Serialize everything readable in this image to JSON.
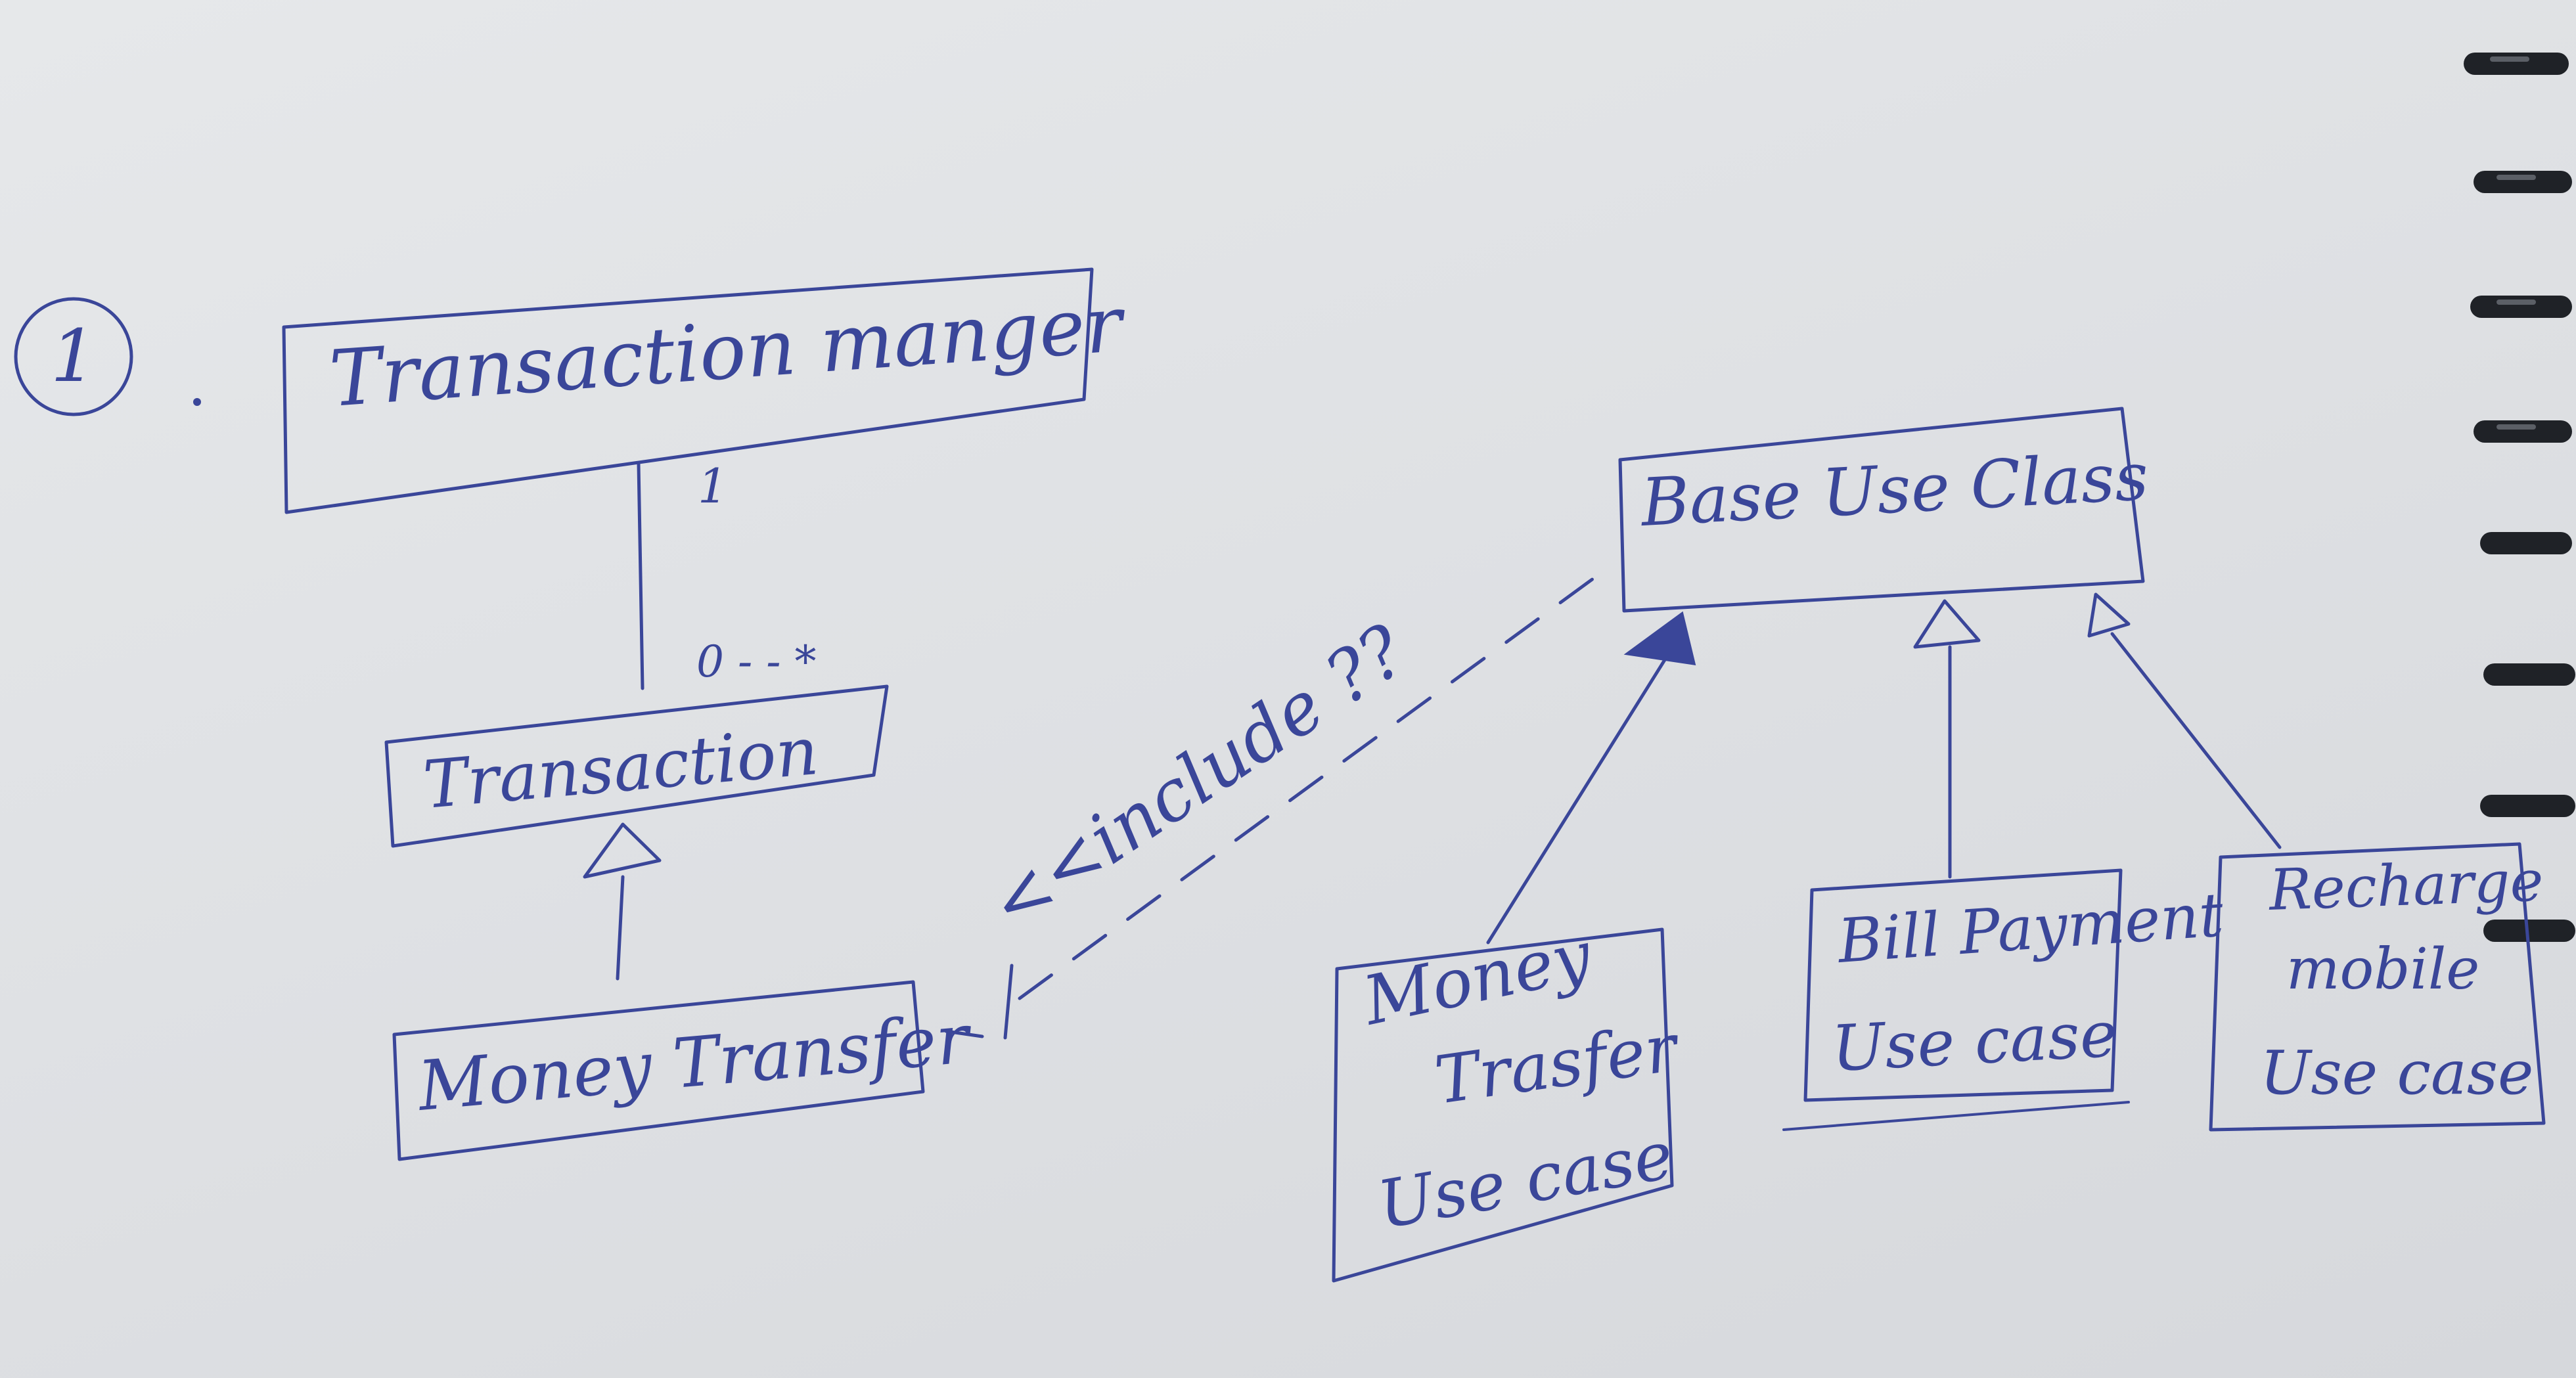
{
  "item_number": "1",
  "left_diagram": {
    "manager_class": "Transaction manger",
    "transaction_class": "Transaction",
    "money_transfer_class": "Money Transfer",
    "multiplicity_one": "1",
    "multiplicity_many": "0 - - *"
  },
  "dependency": {
    "stereotype": "<<include ??"
  },
  "right_diagram": {
    "base_class": "Base Use Class",
    "money_transfer_use_case": [
      "Money",
      "Trasfer",
      "Use case"
    ],
    "bill_payment_use_case": [
      "Bill Payment",
      "Use case"
    ],
    "recharge_mobile_use_case": [
      "Recharge",
      "mobile",
      "Use case"
    ]
  },
  "colors": {
    "ink": "#3a4699",
    "paper": "#e2e4e7",
    "spiral": "#1f2227"
  }
}
